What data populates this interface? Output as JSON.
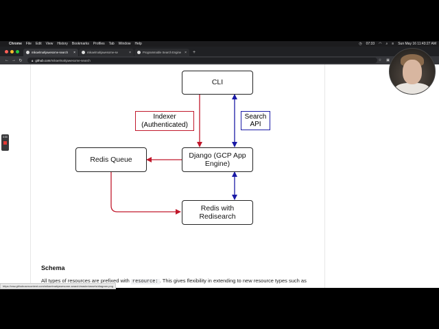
{
  "menubar": {
    "apple": "",
    "items": [
      "Chrome",
      "File",
      "Edit",
      "View",
      "History",
      "Bookmarks",
      "Profiles",
      "Tab",
      "Window",
      "Help"
    ],
    "clock": "07:33",
    "datetime": "Sun May 16  11:43:27 AM"
  },
  "tabs": [
    {
      "label": "mikaelmahjawesome-search"
    },
    {
      "label": "mikaelmahjawesome-se"
    },
    {
      "label": "Programmable Search Engine"
    }
  ],
  "toolbar": {
    "url_host": "github.com",
    "url_path": "/mikaelmahjawesome-search"
  },
  "diagram": {
    "nodes": {
      "cli": "CLI",
      "django": "Django (GCP App Engine)",
      "redis_queue": "Redis Queue",
      "redis_search": "Redis with Redisearch"
    },
    "labels": {
      "indexer": "Indexer (Authenticated)",
      "search_api": "Search API"
    },
    "colors": {
      "red": "#c0172a",
      "blue": "#1a1aa6"
    }
  },
  "content": {
    "heading": "Schema",
    "para_start": "All types of resources are prefixed with",
    "para_code": "resource:",
    "para_end": ". This gives flexibility in extending to new resource types such as"
  },
  "status_url": "https://raw.githubusercontent.com/mikaelmahjawesome-search/master/assets/diagram.png",
  "recorder": {
    "time": "0:00"
  }
}
